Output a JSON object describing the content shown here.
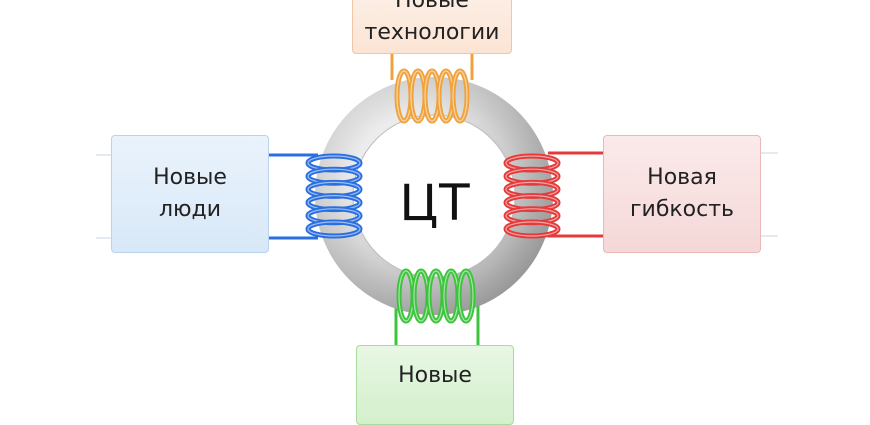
{
  "center": {
    "label": "ЦТ"
  },
  "nodes": {
    "top": {
      "line1": "Новые",
      "line2": "технологии"
    },
    "left": {
      "line1": "Новые",
      "line2": "люди"
    },
    "right": {
      "line1": "Новая",
      "line2": "гибкость"
    },
    "bottom": {
      "line1": "Новые"
    }
  },
  "colors": {
    "top_coil": "#f0a23c",
    "left_coil": "#2a6fe0",
    "right_coil": "#e53a3a",
    "bottom_coil": "#3dc43d",
    "ring": "#d9d9d9"
  }
}
